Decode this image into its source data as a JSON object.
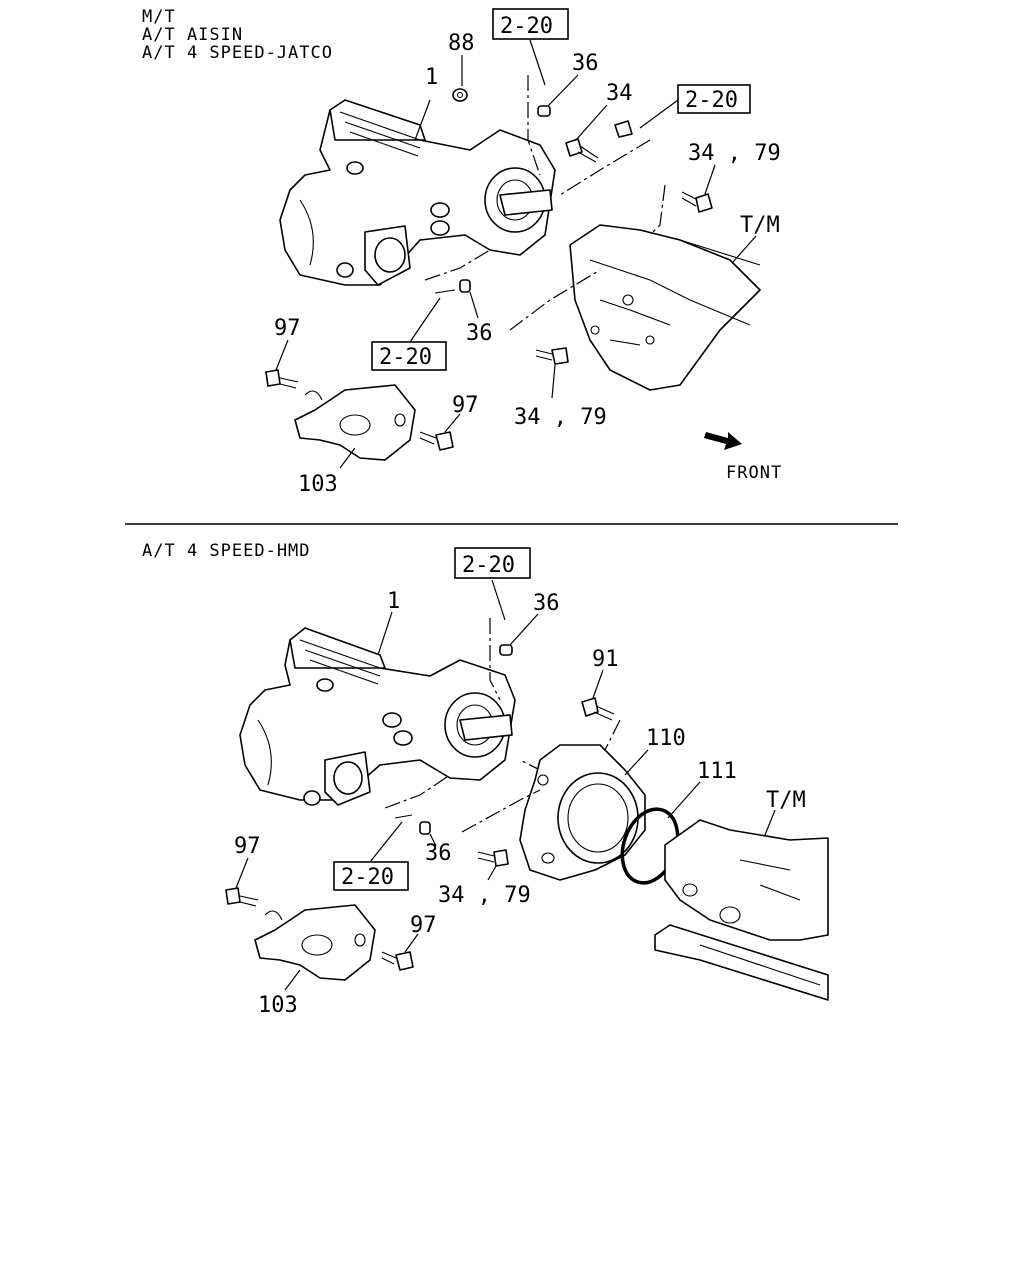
{
  "top_section": {
    "headers": [
      "M/T",
      "A/T AISIN",
      "A/T 4 SPEED-JATCO"
    ],
    "callouts": {
      "transfer_case": "1",
      "nut": "88",
      "dowel_upper": "36",
      "bolt_upper": "34",
      "bolt_right": "34 , 79",
      "dowel_lower": "36",
      "bolt_lower": "34 , 79",
      "bracket_bolt_left": "97",
      "bracket_bolt_right": "97",
      "bracket": "103"
    },
    "refs": [
      "2-20",
      "2-20",
      "2-20"
    ],
    "transmission_label": "T/M",
    "front_label": "FRONT"
  },
  "bottom_section": {
    "header": "A/T 4 SPEED-HMD",
    "callouts": {
      "transfer_case": "1",
      "dowel_upper": "36",
      "bolt_adapter": "91",
      "adapter": "110",
      "o_ring": "111",
      "dowel_lower": "36",
      "bolt_lower": "34 , 79",
      "bracket_bolt_left": "97",
      "bracket_bolt_right": "97",
      "bracket": "103"
    },
    "refs": [
      "2-20",
      "2-20"
    ],
    "transmission_label": "T/M"
  },
  "icons": [
    "front-arrow-icon"
  ]
}
